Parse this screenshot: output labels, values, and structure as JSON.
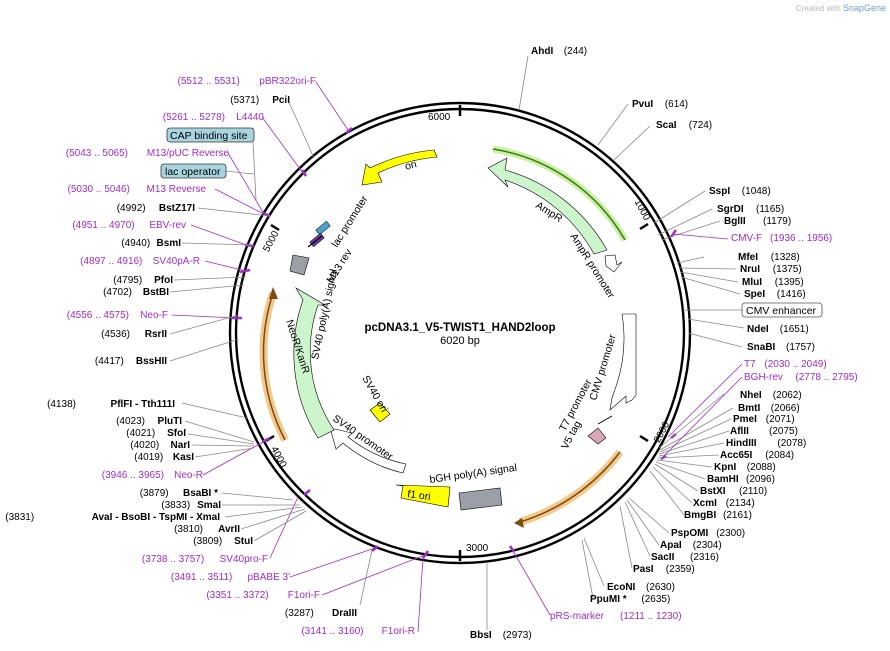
{
  "credit": {
    "prefix": "Created with",
    "brand": "SnapGene"
  },
  "plasmid": {
    "name": "pcDNA3.1_V5-TWIST1_HAND2loop",
    "length_label": "6020 bp",
    "length": 6020
  },
  "ticks": [
    "1000",
    "2000",
    "3000",
    "4000",
    "5000",
    "6000"
  ],
  "enzymes_right": [
    {
      "name": "AhdI",
      "pos": "(244)"
    },
    {
      "name": "PvuI",
      "pos": "(614)"
    },
    {
      "name": "ScaI",
      "pos": "(724)"
    },
    {
      "name": "SspI",
      "pos": "(1048)"
    },
    {
      "name": "SgrDI",
      "pos": "(1165)"
    },
    {
      "name": "BglII",
      "pos": "(1179)"
    },
    {
      "name": "MfeI",
      "pos": "(1328)"
    },
    {
      "name": "NruI",
      "pos": "(1375)"
    },
    {
      "name": "MluI",
      "pos": "(1395)"
    },
    {
      "name": "SpeI",
      "pos": "(1416)"
    },
    {
      "name": "NdeI",
      "pos": "(1651)"
    },
    {
      "name": "SnaBI",
      "pos": "(1757)"
    },
    {
      "name": "NheI",
      "pos": "(2062)"
    },
    {
      "name": "BmtI",
      "pos": "(2066)"
    },
    {
      "name": "PmeI",
      "pos": "(2071)"
    },
    {
      "name": "AflII",
      "pos": "(2075)"
    },
    {
      "name": "HindIII",
      "pos": "(2078)"
    },
    {
      "name": "Acc65I",
      "pos": "(2084)"
    },
    {
      "name": "KpnI",
      "pos": "(2088)"
    },
    {
      "name": "BamHI",
      "pos": "(2096)"
    },
    {
      "name": "BstXI",
      "pos": "(2110)"
    },
    {
      "name": "XcmI",
      "pos": "(2134)"
    },
    {
      "name": "BmgBI",
      "pos": "(2161)"
    },
    {
      "name": "PspOMI",
      "pos": "(2300)"
    },
    {
      "name": "ApaI",
      "pos": "(2304)"
    },
    {
      "name": "SacII",
      "pos": "(2316)"
    },
    {
      "name": "PasI",
      "pos": "(2359)"
    },
    {
      "name": "EcoNI",
      "pos": "(2630)"
    },
    {
      "name": "PpuMI *",
      "pos": "(2635)"
    },
    {
      "name": "BbsI",
      "pos": "(2973)"
    }
  ],
  "enzymes_left": [
    {
      "name": "PciI",
      "pos": "(5371)"
    },
    {
      "name": "BstZ17I",
      "pos": "(4992)"
    },
    {
      "name": "BsmI",
      "pos": "(4940)"
    },
    {
      "name": "PfoI",
      "pos": "(4795)"
    },
    {
      "name": "BstBI",
      "pos": "(4702)"
    },
    {
      "name": "RsrII",
      "pos": "(4536)"
    },
    {
      "name": "BssHII",
      "pos": "(4417)"
    },
    {
      "name": "PflFI",
      "extra": " - Tth111I",
      "pos": "(4138)"
    },
    {
      "name": "PluTI",
      "pos": "(4023)"
    },
    {
      "name": "SfoI",
      "pos": "(4021)"
    },
    {
      "name": "NarI",
      "pos": "(4020)"
    },
    {
      "name": "KasI",
      "pos": "(4019)"
    },
    {
      "name": "BsaBI *",
      "pos": "(3879)"
    },
    {
      "name": "SmaI",
      "pos": "(3833)"
    },
    {
      "name": "AvaI",
      "extra": " - BsoBI  - TspMI  - XmaI",
      "pos": "(3831)"
    },
    {
      "name": "AvrII",
      "pos": "(3810)"
    },
    {
      "name": "StuI",
      "pos": "(3809)"
    },
    {
      "name": "DraIII",
      "pos": "(3287)"
    }
  ],
  "primers": [
    {
      "name": "pBR322ori-F",
      "pos": "(5512 .. 5531)"
    },
    {
      "name": "L4440",
      "pos": "(5261 .. 5278)"
    },
    {
      "name": "M13/pUC Reverse",
      "pos": "(5043 .. 5065)"
    },
    {
      "name": "M13 Reverse",
      "pos": "(5030 .. 5046)"
    },
    {
      "name": "EBV-rev",
      "pos": "(4951 .. 4970)"
    },
    {
      "name": "SV40pA-R",
      "pos": "(4897 .. 4916)"
    },
    {
      "name": "Neo-F",
      "pos": "(4556 .. 4575)"
    },
    {
      "name": "Neo-R",
      "pos": "(3946 .. 3965)"
    },
    {
      "name": "SV40pro-F",
      "pos": "(3738 .. 3757)"
    },
    {
      "name": "pBABE 3'",
      "pos": "(3491 .. 3511)"
    },
    {
      "name": "F1ori-F",
      "pos": "(3351 .. 3372)"
    },
    {
      "name": "F1ori-R",
      "pos": "(3141 .. 3160)"
    },
    {
      "name": "pRS-marker",
      "pos": "(1211 .. 1230)"
    },
    {
      "name": "CMV-F",
      "pos": "(1936 .. 1956)"
    },
    {
      "name": "T7",
      "pos": "(2030 .. 2049)"
    },
    {
      "name": "BGH-rev",
      "pos": "(2778 .. 2795)"
    }
  ],
  "boxed": [
    "CAP binding site",
    "lac operator",
    "CMV enhancer"
  ],
  "features": [
    "ori",
    "AmpR",
    "AmpR promoter",
    "CMV promoter",
    "T7 promoter",
    "V5 tag",
    "bGH poly(A) signal",
    "f1 ori",
    "SV40 promoter",
    "SV40 ori",
    "NeoR/KanR",
    "SV40 poly(A) signal",
    "lac promoter",
    "M13 rev"
  ],
  "colors": {
    "primer": "#a02cc8",
    "ori": "#ffff00",
    "arrow_green": "#ccf5cc",
    "grey_box": "#9aa0a6",
    "boxed_fill": "#a8d4e0",
    "orange_glow": "#f3c98b",
    "green_glow": "#c8f0a0"
  }
}
